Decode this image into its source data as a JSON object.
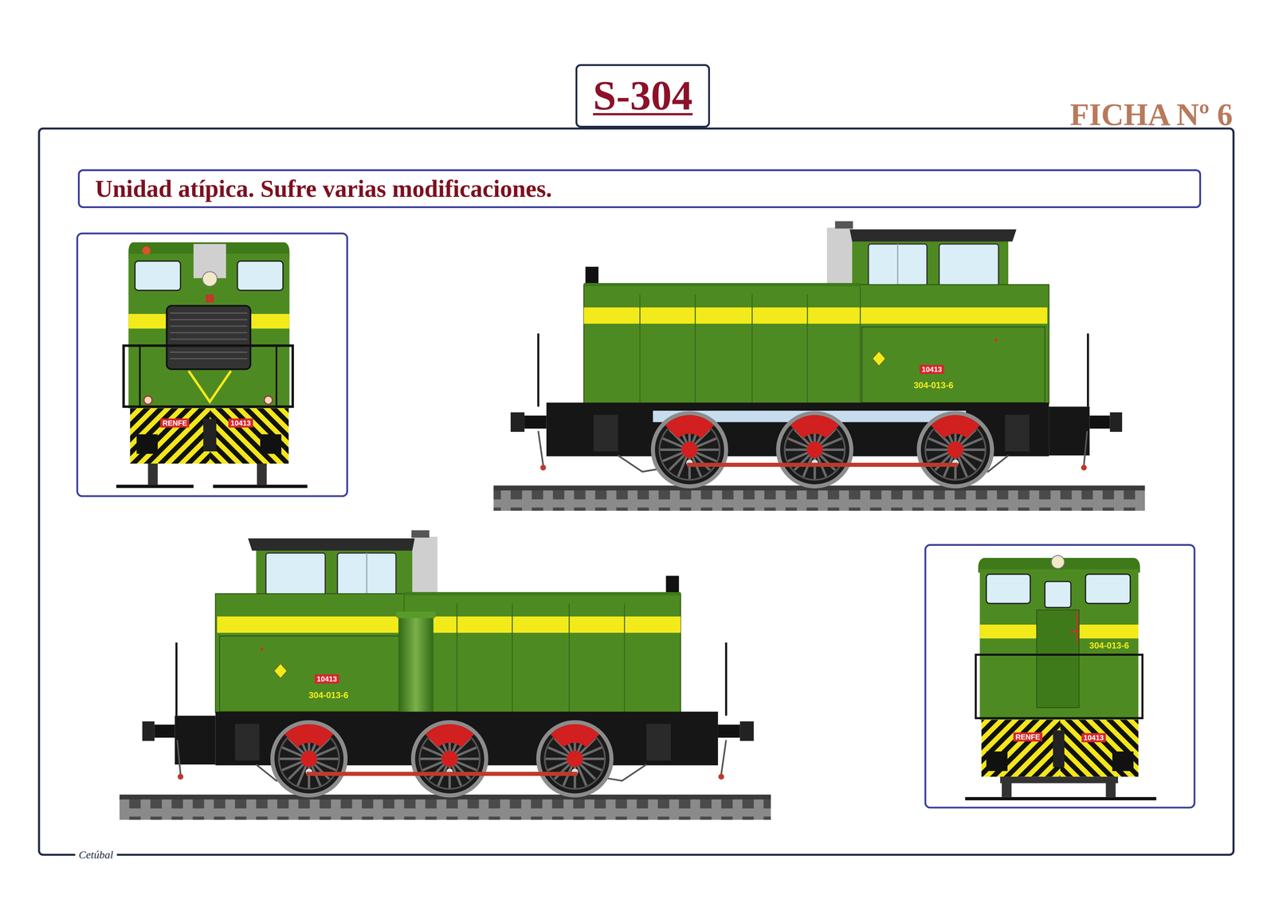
{
  "diagram": {
    "title": "S-304",
    "nodes": [
      {
        "text": [
          "Unidad atípica. Sufre varias modificaciones."
        ]
      }
    ],
    "labels": [
      "FICHA Nº 6",
      "RENFE",
      "10413",
      "10413",
      "304-013-6",
      "10413",
      "304-013-6",
      "304-013-6",
      "RENFE",
      "10413",
      "Cetúbal"
    ]
  }
}
